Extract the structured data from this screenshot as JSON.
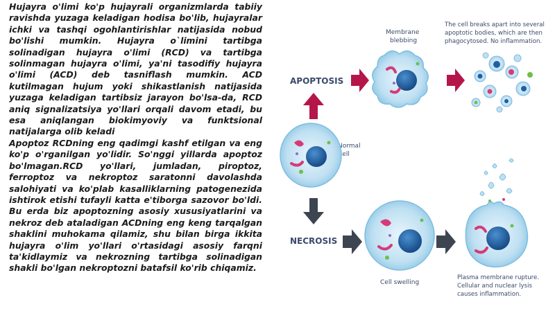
{
  "body_text": "Hujayra o'limi ko'p hujayrali organizmlarda tabiiy ravishda yuzaga keladigan hodisa bo'lib, hujayralar ichki va tashqi ogohlantirishlar natijasida nobud bo'lishi mumkin. Hujayra o`limini tartibga solinadigan hujayra o'limi (RCD) va tartibga solinmagan hujayra o'limi, ya'ni tasodifiy hujayra o'limi (ACD) deb tasniflash mumkin. ACD kutilmagan hujum yoki shikastlanish natijasida yuzaga keladigan tartibsiz jarayon bo'lsa-da, RCD aniq signalizatsiya yo'llari orqali davom etadi, bu esa aniqlangan biokimyoviy va funktsional natijalarga olib keladi\nApoptoz RCDning eng qadimgi kashf etilgan va eng ko'p o'rganilgan yo'lidir. So'nggi yillarda apoptoz bo'lmagan.RCD yo'llari, jumladan, piroptoz, ferroptoz va nekroptoz saratonni davolashda salohiyati va ko'plab kasalliklarning patogenezida ishtirok etishi tufayli katta e'tiborga sazovor bo'ldi. Bu erda biz apoptozning asosiy xususiyatlarini va nekroz deb ataladigan ACDning eng keng tarqalgan shaklini muhokama qilamiz, shu bilan birga ikkita hujayra o'lim yo'llari o'rtasidagi asosiy farqni ta'kidlaymiz va nekrozning tartibga solinadigan shakli bo'lgan nekroptozni batafsil ko'rib chiqamiz.",
  "diagram": {
    "apoptosis_label": "APOPTOSIS",
    "necrosis_label": "NECROSIS",
    "normal_cell_label_line1": "Normal",
    "normal_cell_label_line2": "Cell",
    "membrane_blebbing_line1": "Membrane",
    "membrane_blebbing_line2": "blebbing",
    "cell_breaks_line1": "The cell breaks apart into several",
    "cell_breaks_line2": "apoptotic bodies, which are then",
    "cell_breaks_line3": "phagocytosed. No inflammation.",
    "cell_swelling_label": "Cell swelling",
    "rupture_line1": "Plasma membrane rupture.",
    "rupture_line2": "Cellular and nuclear lysis",
    "rupture_line3": "causes inflammation."
  },
  "colors": {
    "apoptosis_arrow": "#b5164a",
    "necrosis_arrow": "#3d4550",
    "cell_fill": "#bfe0f2",
    "nucleus": "#1f5fa3",
    "organelle_pink": "#d63a78"
  }
}
